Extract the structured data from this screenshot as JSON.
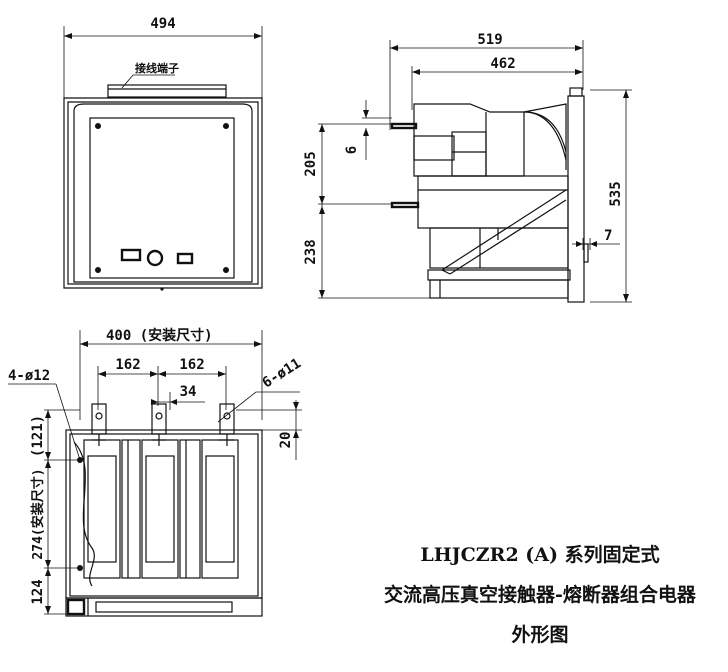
{
  "title": {
    "line1": "LHJCZR2 (A) 系列固定式",
    "line2": "交流高压真空接触器-熔断器组合电器",
    "line3": "外形图"
  },
  "front_view": {
    "width_dim": "494",
    "terminal_label": "接线端子"
  },
  "side_view": {
    "overall_depth": "519",
    "body_depth": "462",
    "small_offset": "6",
    "upper_height": "205",
    "lower_height": "238",
    "total_height": "535",
    "gap": "7"
  },
  "bottom_view": {
    "mount_width": "400 (安装尺寸)",
    "pitch_left": "162",
    "pitch_right": "162",
    "tab_width": "34",
    "fixing_holes": "6-ø11",
    "mount_holes": "4-ø12",
    "top_offset": "(121)",
    "mount_height": "274(安装尺寸)",
    "bottom_offset": "124",
    "tab_height": "20"
  }
}
